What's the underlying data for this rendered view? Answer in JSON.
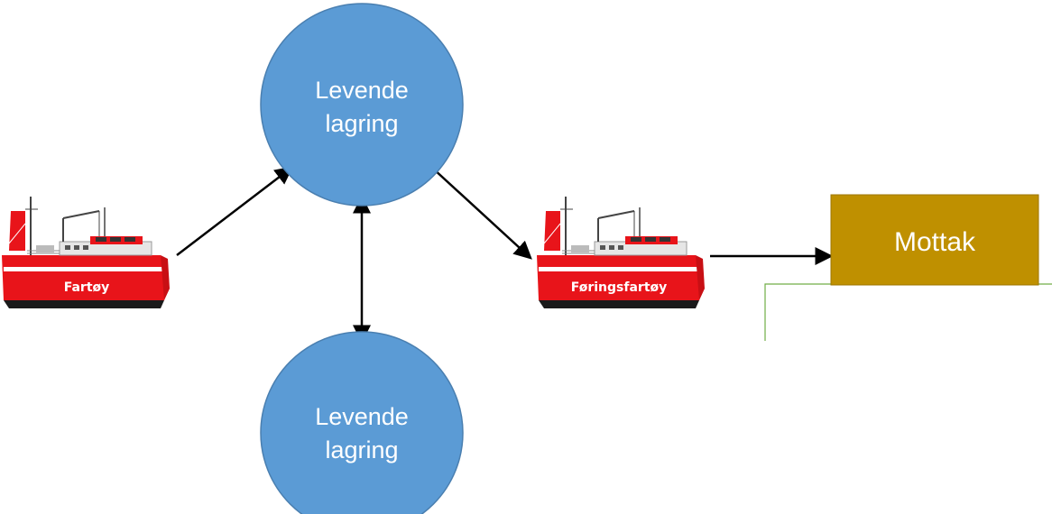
{
  "nodes": {
    "storage_top": {
      "line1": "Levende",
      "line2": "lagring"
    },
    "storage_bottom": {
      "line1": "Levende",
      "line2": "lagring"
    },
    "vessel": {
      "label": "Fartøy"
    },
    "carrier_vessel": {
      "label": "Føringsfartøy"
    },
    "reception": {
      "label": "Mottak"
    }
  },
  "colors": {
    "circle_fill": "#5b9bd5",
    "circle_stroke": "#4a7fb0",
    "reception_fill": "#bf9000",
    "reception_stroke": "#9c7600",
    "hull_red": "#e8141a",
    "shore_line": "#70ad47",
    "arrow": "#000000"
  },
  "icons": {
    "vessel": "fishing-boat-icon",
    "carrier_vessel": "fishing-boat-icon"
  }
}
